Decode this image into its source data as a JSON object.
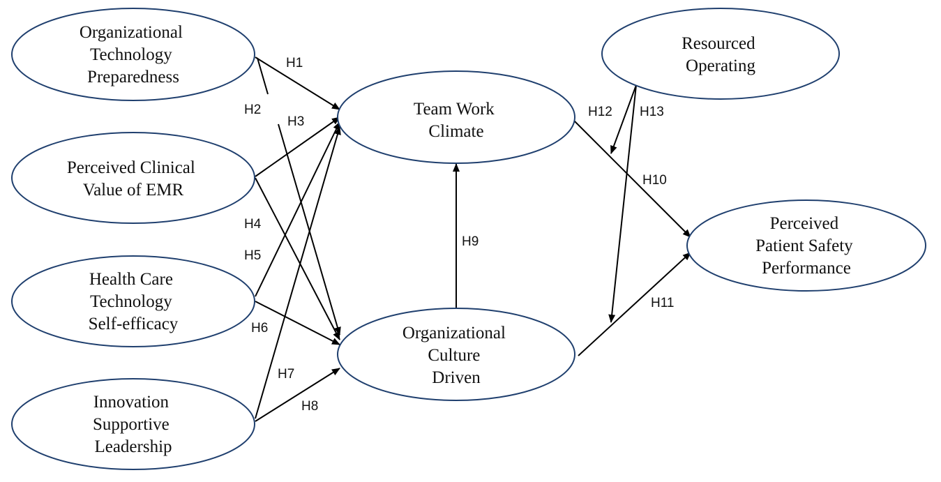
{
  "nodes": {
    "otp": {
      "lines": [
        "Organizational",
        "Technology",
        "Preparedness"
      ]
    },
    "pcv": {
      "lines": [
        "Perceived Clinical",
        "Value of EMR"
      ]
    },
    "hct": {
      "lines": [
        "Health Care",
        "Technology",
        "Self-efficacy"
      ]
    },
    "isl": {
      "lines": [
        "Innovation",
        "Supportive",
        "Leadership"
      ]
    },
    "twc": {
      "lines": [
        "Team Work",
        "Climate"
      ]
    },
    "ocd": {
      "lines": [
        "Organizational",
        "Culture",
        "Driven"
      ]
    },
    "ro": {
      "lines": [
        "Resourced",
        "Operating"
      ]
    },
    "pps": {
      "lines": [
        "Perceived",
        "Patient Safety",
        "Performance"
      ]
    }
  },
  "edges": [
    {
      "id": "h1",
      "label": "H1",
      "from": "otp",
      "to": "twc"
    },
    {
      "id": "h2",
      "label": "H2",
      "from": "otp",
      "to": "ocd"
    },
    {
      "id": "h3",
      "label": "H3",
      "from": "pcv",
      "to": "twc"
    },
    {
      "id": "h4",
      "label": "H4",
      "from": "pcv",
      "to": "ocd"
    },
    {
      "id": "h5",
      "label": "H5",
      "from": "hct",
      "to": "twc"
    },
    {
      "id": "h6",
      "label": "H6",
      "from": "hct",
      "to": "ocd"
    },
    {
      "id": "h7",
      "label": "H7",
      "from": "isl",
      "to": "twc"
    },
    {
      "id": "h8",
      "label": "H8",
      "from": "isl",
      "to": "ocd"
    },
    {
      "id": "h9",
      "label": "H9",
      "from": "ocd",
      "to": "twc"
    },
    {
      "id": "h10",
      "label": "H10",
      "from": "twc",
      "to": "pps"
    },
    {
      "id": "h11",
      "label": "H11",
      "from": "ocd",
      "to": "pps"
    },
    {
      "id": "h12",
      "label": "H12",
      "from": "ro",
      "to": "h10"
    },
    {
      "id": "h13",
      "label": "H13",
      "from": "ro",
      "to": "h11"
    }
  ],
  "colors": {
    "ellipse_stroke": "#1f3f6e",
    "arrow": "#000000",
    "text": "#111111"
  }
}
